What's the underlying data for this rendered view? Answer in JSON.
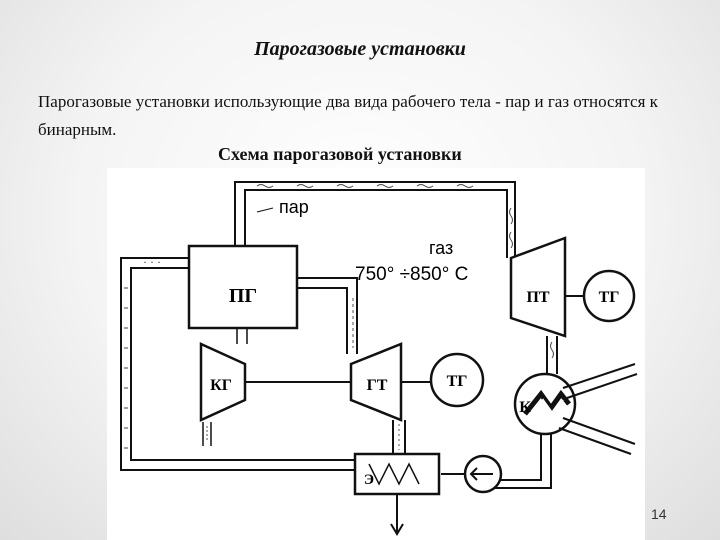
{
  "slide": {
    "title": "Парогазовые установки",
    "body": "Парогазовые установки использующие два вида рабочего тела - пар и газ относятся к бинарным.",
    "caption": "Схема парогазовой установки",
    "page_number": "14"
  },
  "diagram": {
    "steam_label": "пар",
    "gas_label": "газ",
    "temperature_label": "750° ÷850° C",
    "units": {
      "steam_generator": "ПГ",
      "compressor": "КГ",
      "gas_turbine": "ГТ",
      "gas_turbine_generator": "ТГ",
      "steam_turbine": "ПТ",
      "steam_turbine_generator": "ТГ",
      "condenser": "К",
      "economizer": "Э"
    }
  }
}
